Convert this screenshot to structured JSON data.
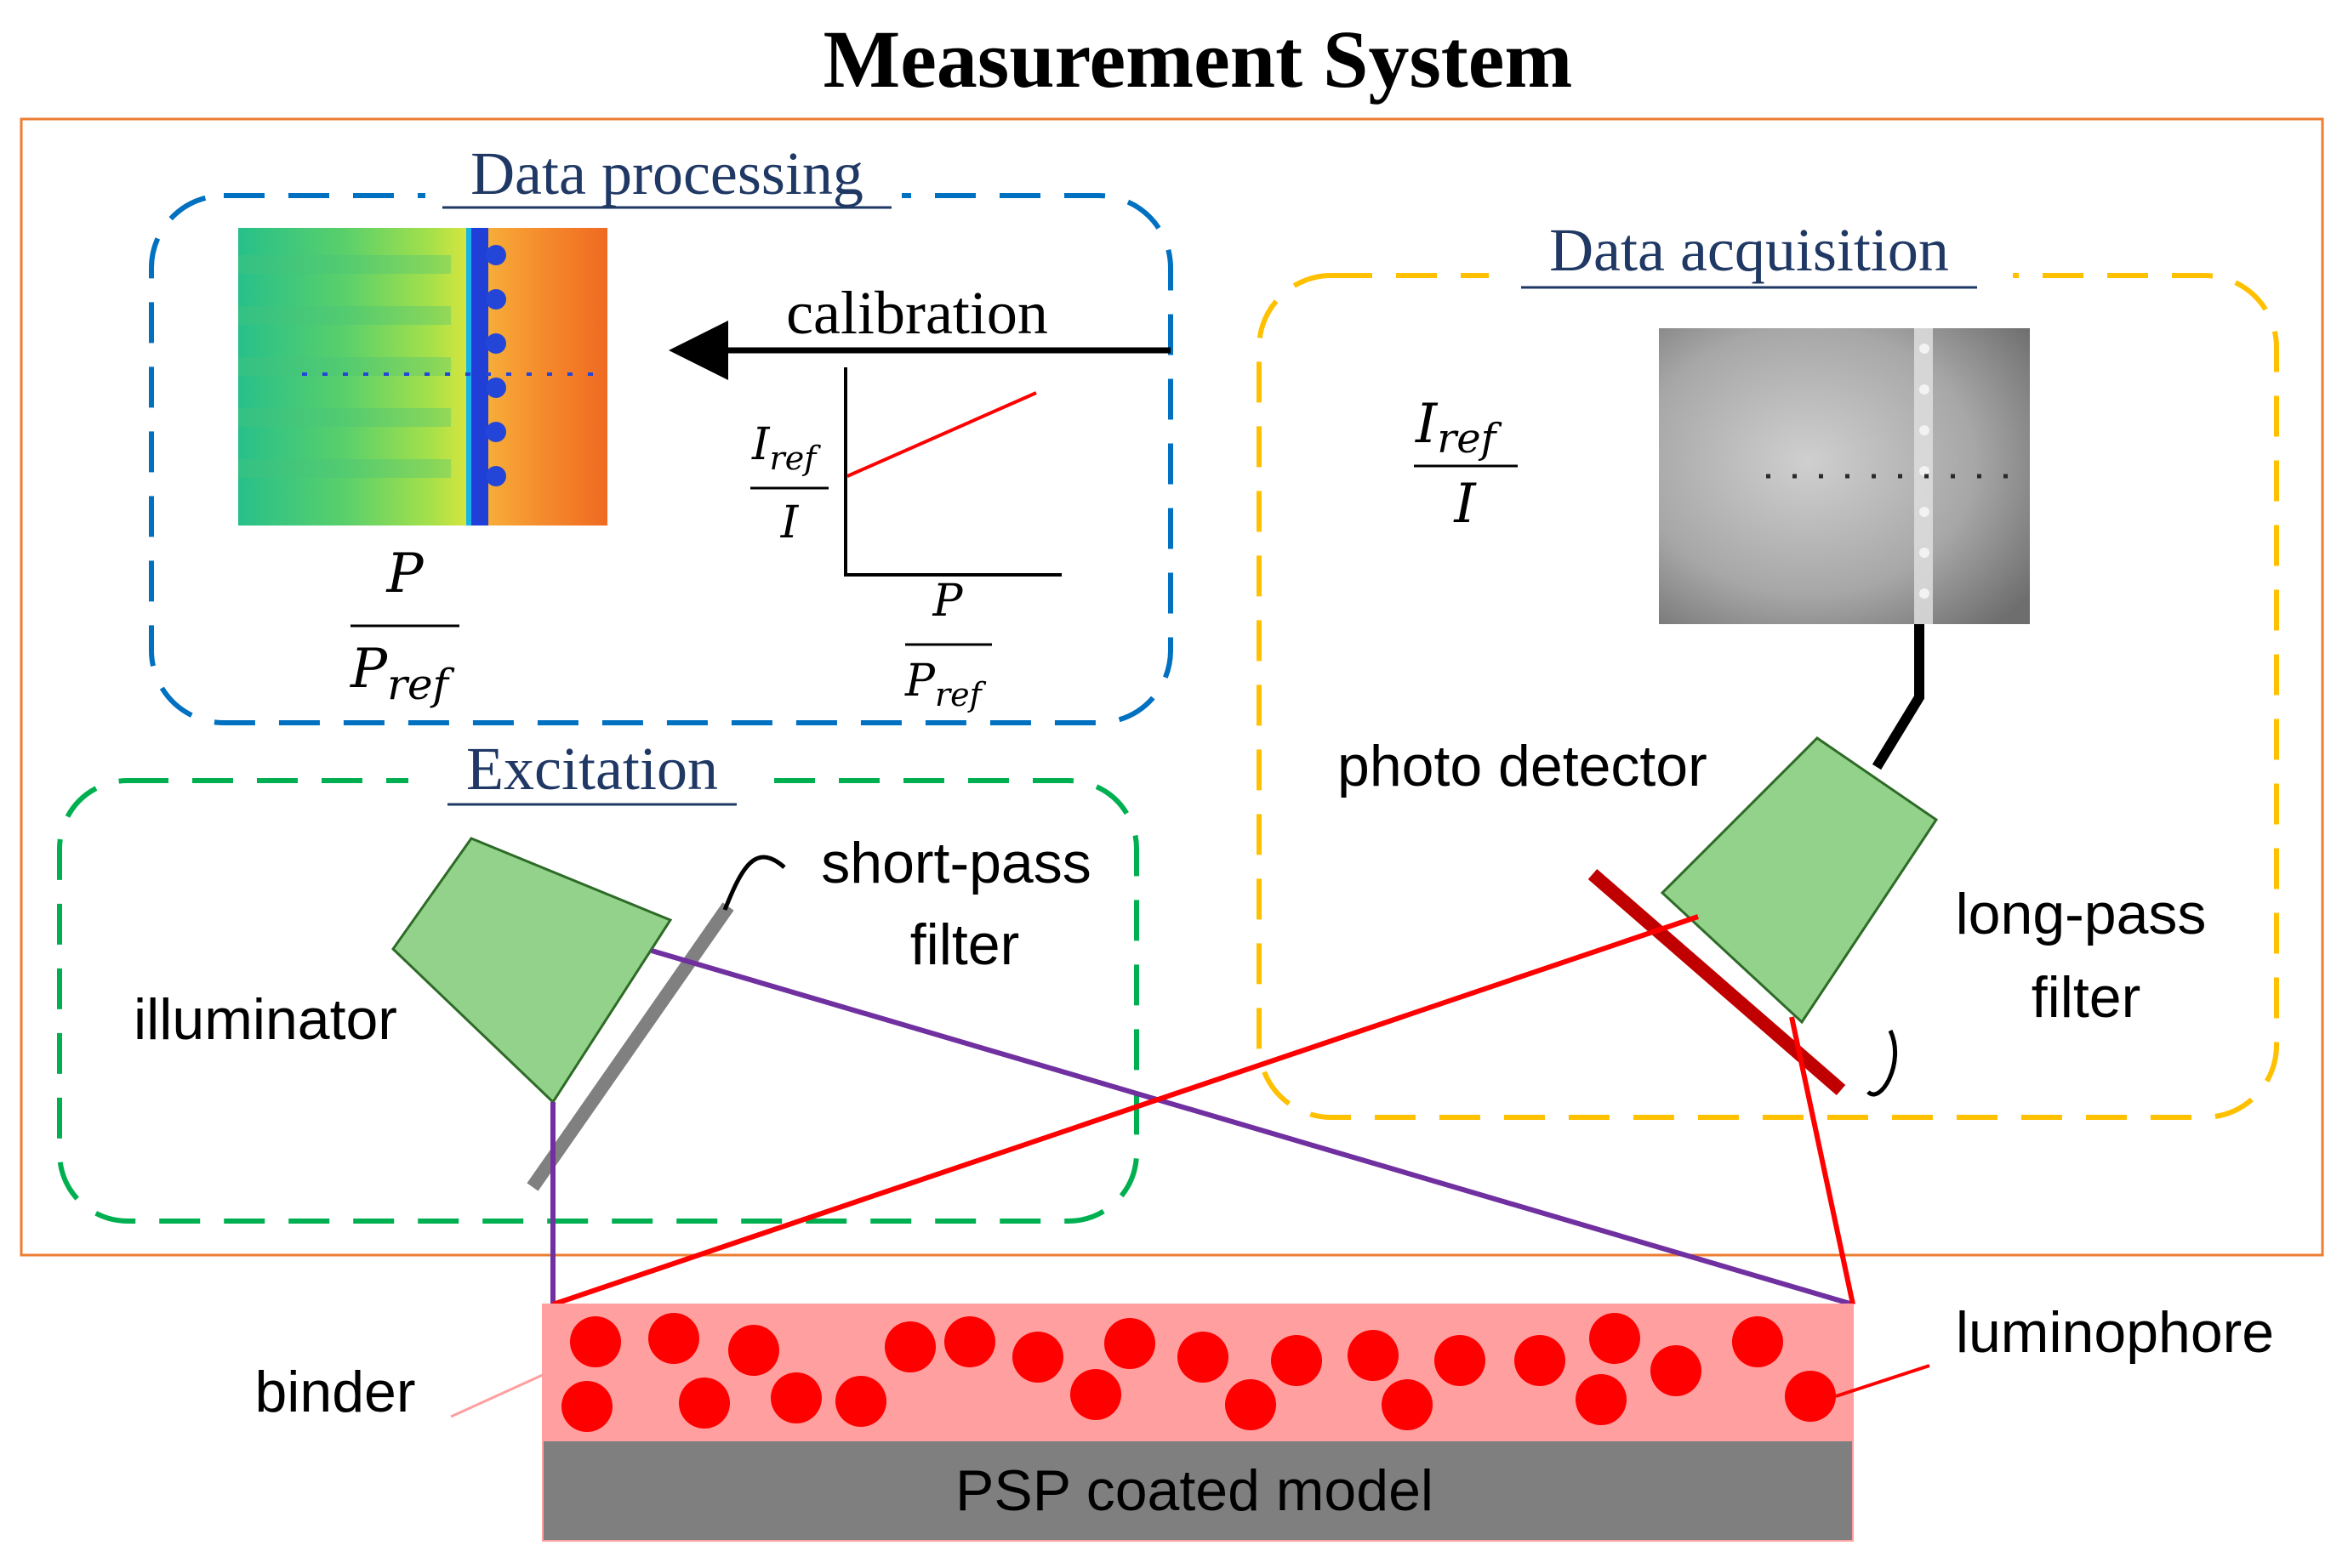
{
  "title": "Measurement System",
  "sections": {
    "data_processing": "Data processing",
    "data_acquisition": "Data acquisition",
    "excitation": "Excitation"
  },
  "labels": {
    "calibration": "calibration",
    "photo_detector": "photo detector",
    "short_pass_line1": "short-pass",
    "short_pass_line2": "filter",
    "long_pass_line1": "long-pass",
    "long_pass_line2": "filter",
    "illuminator": "illuminator",
    "binder": "binder",
    "luminophore": "luminophore",
    "model": "PSP coated model"
  },
  "math": {
    "P": "P",
    "P_base": "P",
    "I_base": "I",
    "I": "I",
    "ref": "ref"
  },
  "colors": {
    "frame": "#ed7d31",
    "processing": "#0070c0",
    "acquisition": "#ffc000",
    "excitation": "#00b050",
    "device": "#92d28a",
    "uv_light": "#7030a0",
    "red_light": "#ff0000",
    "long_pass_filter": "#c00000",
    "short_pass_filter": "#808080",
    "binder": "#ff9f9f",
    "luminophore": "#ff0000",
    "model": "#7f7f7f",
    "heading_text": "#1f3864"
  },
  "icons": {
    "pressure_map": "pressure-distribution-image",
    "camera_frame": "grayscale-intensity-image",
    "illuminator": "trapezoid-light-source",
    "photo_detector": "trapezoid-camera"
  }
}
